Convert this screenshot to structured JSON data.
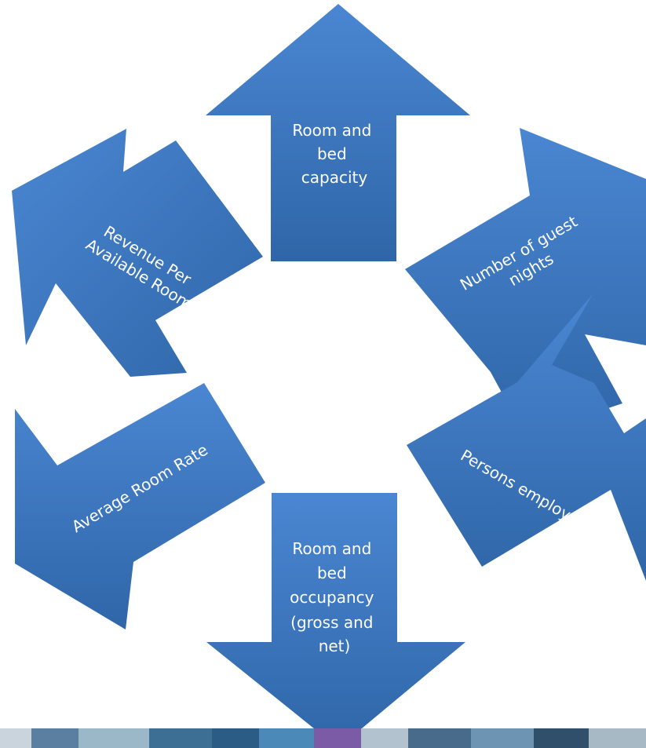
{
  "diagram": {
    "colors": {
      "arrow_top": "#4a86d2",
      "arrow_bottom": "#2f66a8",
      "label": "#ffffff"
    },
    "arrows": [
      {
        "id": "top",
        "lines": [
          "Room and",
          "bed",
          "capacity"
        ]
      },
      {
        "id": "upper-right",
        "lines": [
          "Number of guest",
          "nights"
        ]
      },
      {
        "id": "lower-right",
        "lines": [
          "Persons employed"
        ]
      },
      {
        "id": "bottom",
        "lines": [
          "Room and",
          "bed",
          "occupancy",
          "(gross and",
          "net)"
        ]
      },
      {
        "id": "lower-left",
        "lines": [
          "Average Room Rate"
        ]
      },
      {
        "id": "upper-left",
        "lines": [
          "Revenue Per",
          "Available Room"
        ]
      }
    ]
  }
}
